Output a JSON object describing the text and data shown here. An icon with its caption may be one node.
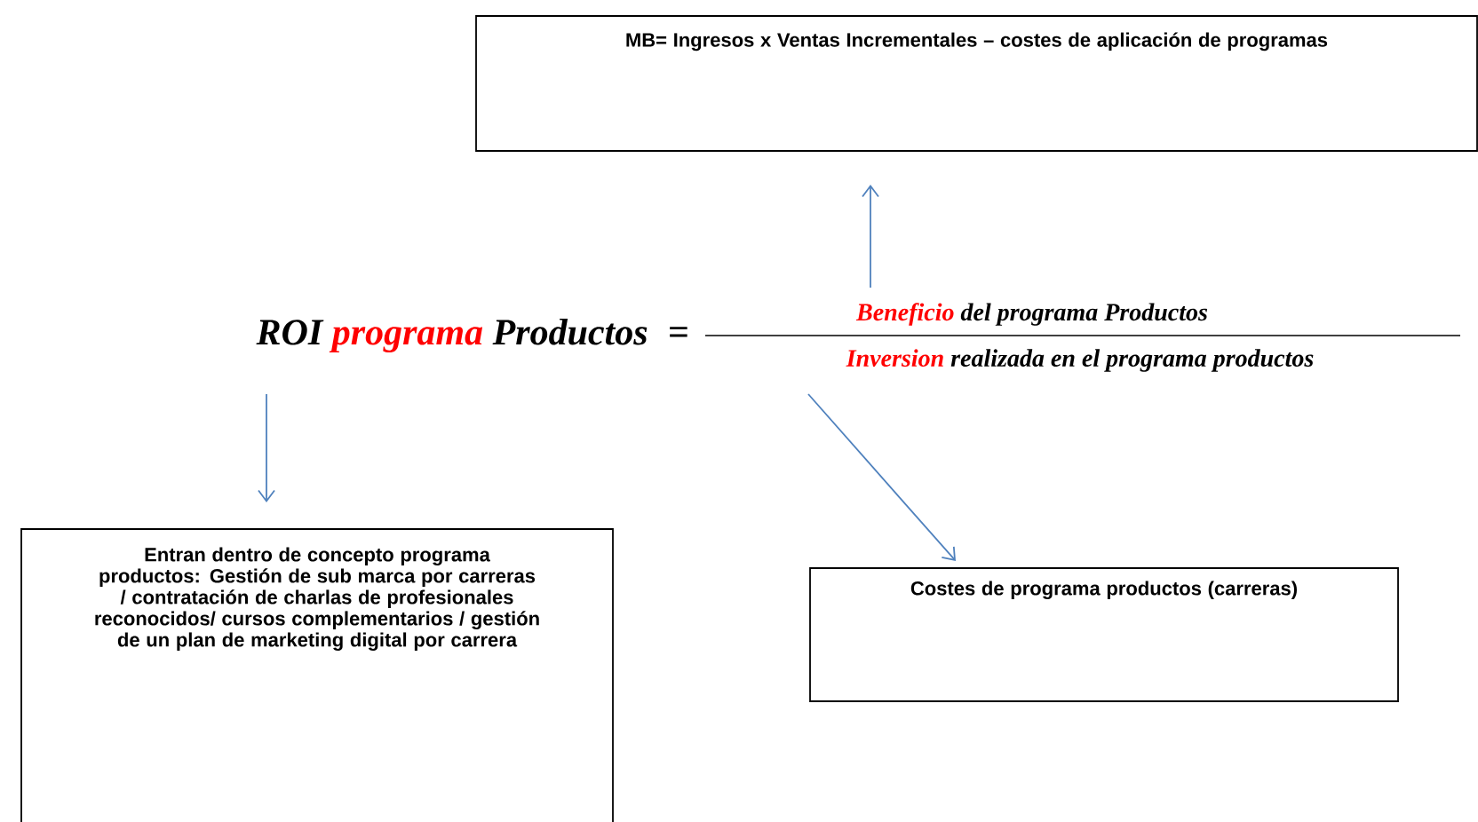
{
  "diagram": {
    "nodes": [
      {
        "text": [
          "MB= Ingresos x Ventas Incrementales – costes de aplicación  de programas"
        ]
      },
      {
        "text": [
          "ROI",
          "programa",
          "Productos"
        ]
      },
      {
        "text": [
          "Beneficio",
          "del programa Productos"
        ]
      },
      {
        "text": [
          "Inversion",
          "realizada en el programa productos"
        ]
      },
      {
        "text": [
          "Entran dentro de concepto programa productos: Gestión de sub marca por carreras  / contratación de charlas de profesionales reconocidos/ cursos complementarios / gestión de un plan de marketing digital por carrera"
        ]
      },
      {
        "text": [
          "Costes de programa productos (carreras)"
        ]
      }
    ],
    "edges": [
      {
        "from": 2,
        "to": 0,
        "arrow": "to"
      },
      {
        "from": 1,
        "to": 4,
        "arrow": "to"
      },
      {
        "from": 3,
        "to": 5,
        "arrow": "to"
      }
    ],
    "labels": [
      "="
    ]
  }
}
